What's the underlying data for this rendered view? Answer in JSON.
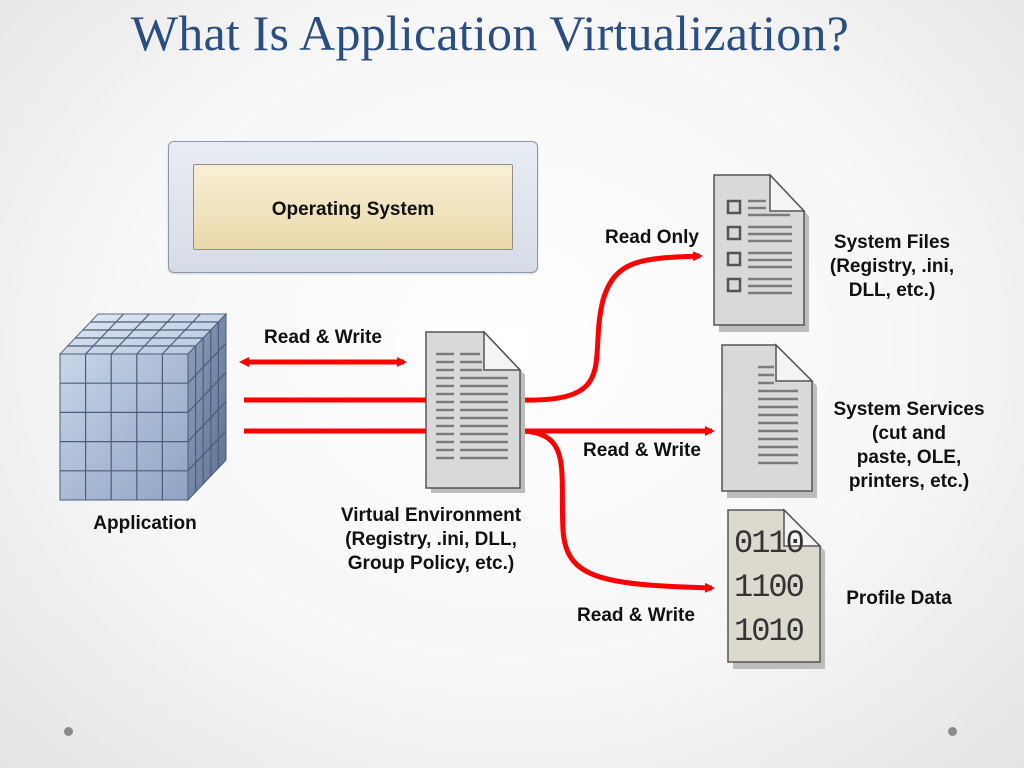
{
  "title": "What Is Application Virtualization?",
  "os": {
    "label": "Operating System"
  },
  "application": {
    "label": "Application"
  },
  "virtual_env": {
    "lines": [
      "Virtual Environment",
      "(Registry, .ini, DLL,",
      "Group Policy, etc.)"
    ]
  },
  "system_files": {
    "lines": [
      "System Files",
      "(Registry, .ini,",
      "DLL, etc.)"
    ]
  },
  "system_services": {
    "lines": [
      "System Services",
      "(cut and",
      "paste, OLE,",
      "printers, etc.)"
    ]
  },
  "profile_data": {
    "label": "Profile Data"
  },
  "arrows": {
    "app_to_env": "Read & Write",
    "to_files": "Read Only",
    "to_services": "Read & Write",
    "to_profile": "Read & Write"
  },
  "binary_glyph": [
    "0110",
    "1100",
    "1010"
  ],
  "colors": {
    "title": "#2a4e82",
    "arrow": "#ff0000",
    "os_inner": "#f2e6c1",
    "cube": "#9fb0cc"
  }
}
